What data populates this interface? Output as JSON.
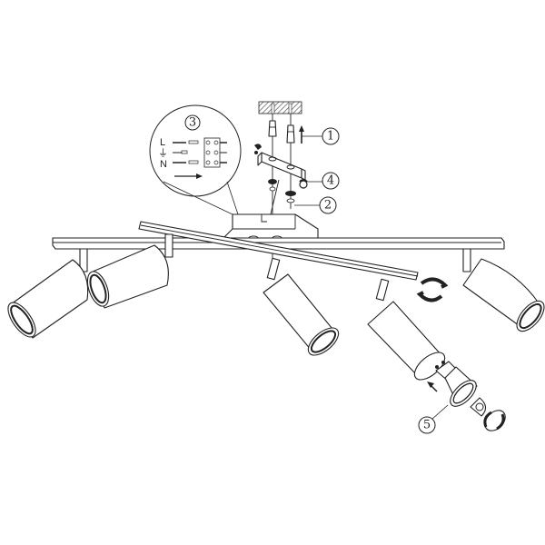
{
  "diagram": {
    "type": "assembly-instructions",
    "subject": "ceiling spotlight fixture with 5 adjustable cylindrical spots on crossed bars",
    "callouts": [
      {
        "id": "1",
        "label": "1",
        "meaning": "wall plug / anchor insertion (arrow up)"
      },
      {
        "id": "2",
        "label": "2",
        "meaning": "screw through mounting bracket"
      },
      {
        "id": "3",
        "label": "3",
        "meaning": "wiring detail magnifier"
      },
      {
        "id": "4",
        "label": "4",
        "meaning": "nut fixing canopy"
      },
      {
        "id": "5",
        "label": "5",
        "meaning": "GU10 bulb replacement"
      }
    ],
    "wiring": {
      "labels": [
        "L",
        "⏚",
        "N"
      ]
    },
    "spotlights_count": 5,
    "colors": {
      "line": "#222222",
      "background": "#ffffff",
      "ceiling_hatch": "#888888"
    }
  }
}
